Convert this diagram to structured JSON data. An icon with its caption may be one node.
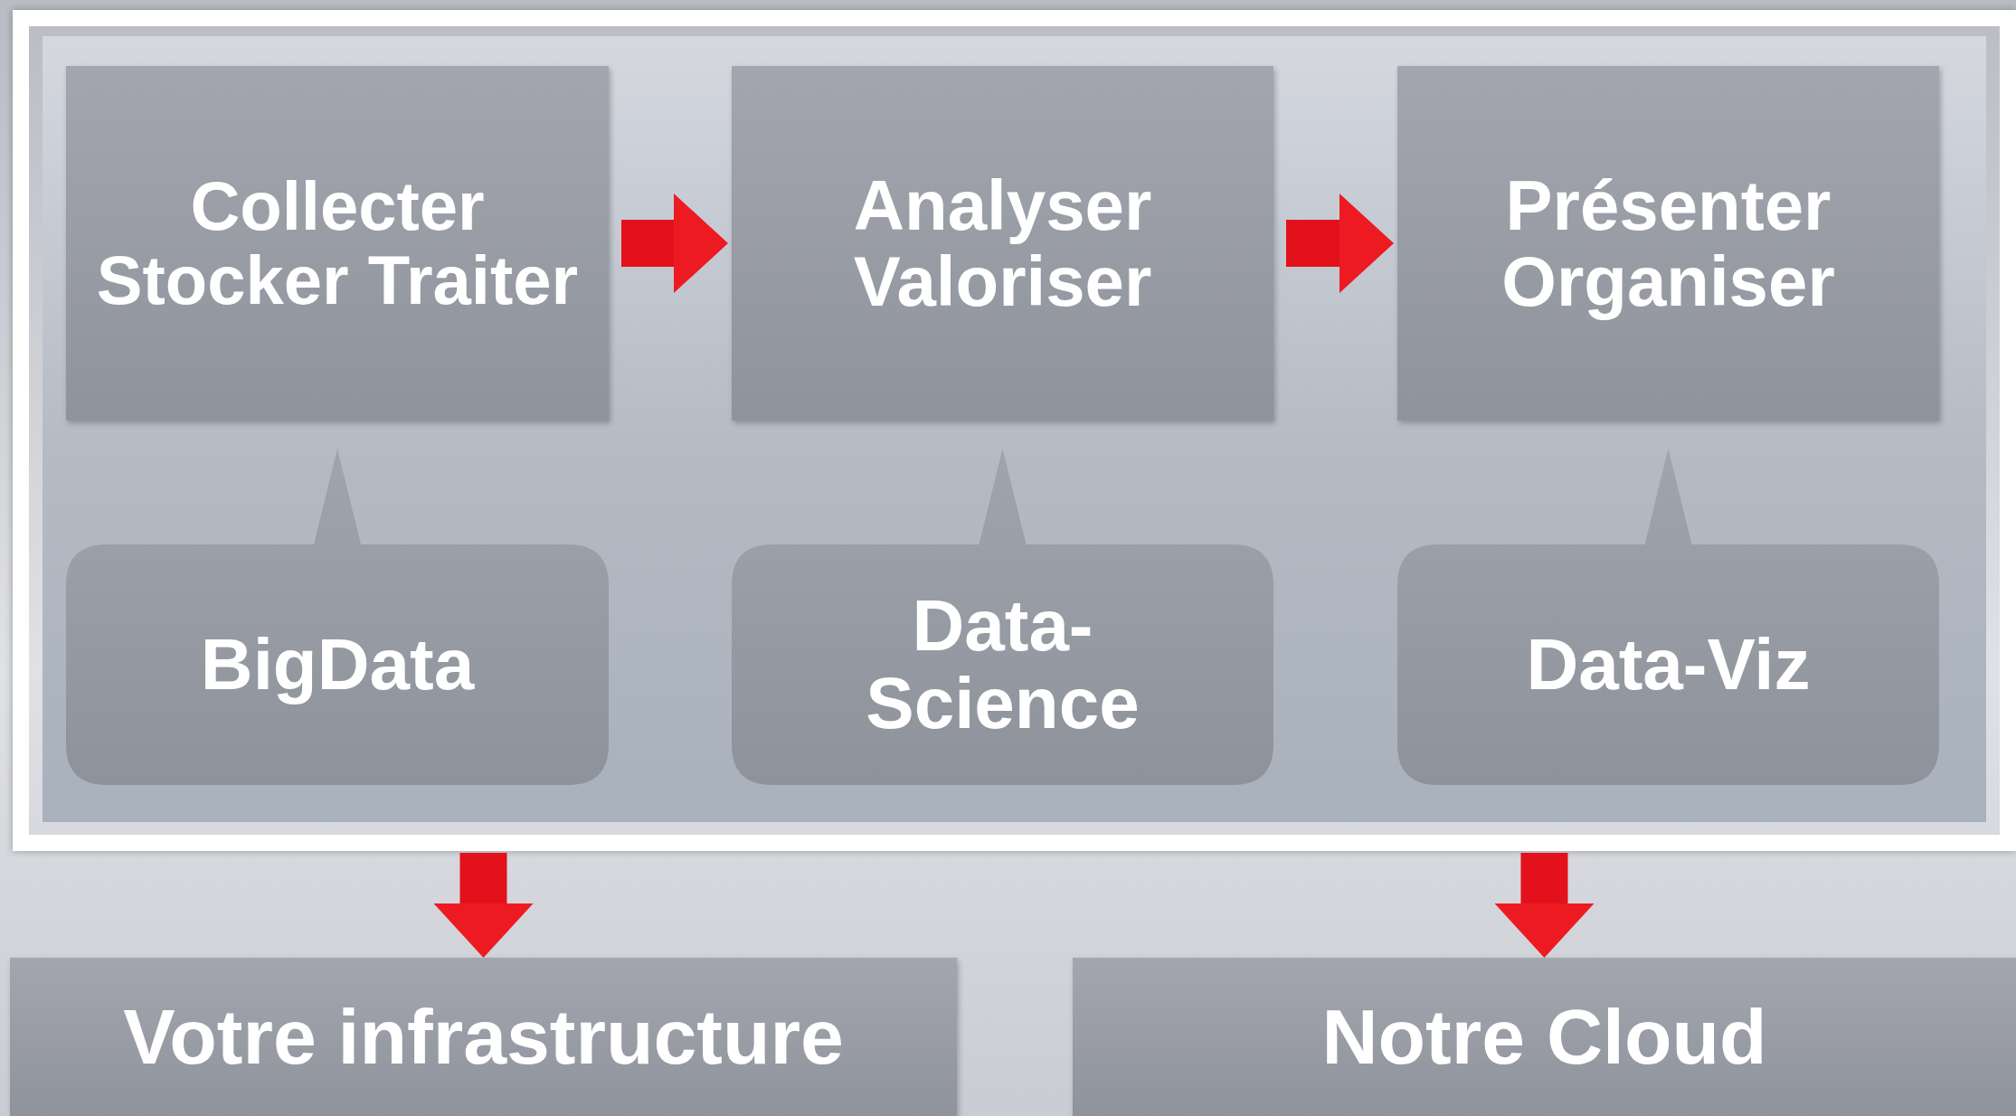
{
  "diagram": {
    "nodes": [
      {
        "text": [],
        "shape": "box"
      },
      {
        "text": [
          "Collecter Stocker Traiter"
        ],
        "in": 0
      },
      {
        "text": [
          "Analyser Valoriser"
        ],
        "in": 0
      },
      {
        "text": [
          "Présenter Organiser"
        ],
        "in": 0
      },
      {
        "text": [
          "BigData"
        ],
        "in": 0
      },
      {
        "text": [
          "Data-Science"
        ],
        "in": 0
      },
      {
        "text": [
          "Data-Viz"
        ],
        "in": 0
      },
      {
        "text": [
          "Votre infrastructure"
        ]
      },
      {
        "text": [
          "Notre Cloud"
        ]
      }
    ],
    "edges": [
      {
        "from": 1,
        "to": 2,
        "arrow": "to"
      },
      {
        "from": 2,
        "to": 3,
        "arrow": "to"
      },
      {
        "from": 0,
        "to": 7,
        "arrow": "to"
      },
      {
        "from": 0,
        "to": 8,
        "arrow": "to"
      }
    ]
  }
}
